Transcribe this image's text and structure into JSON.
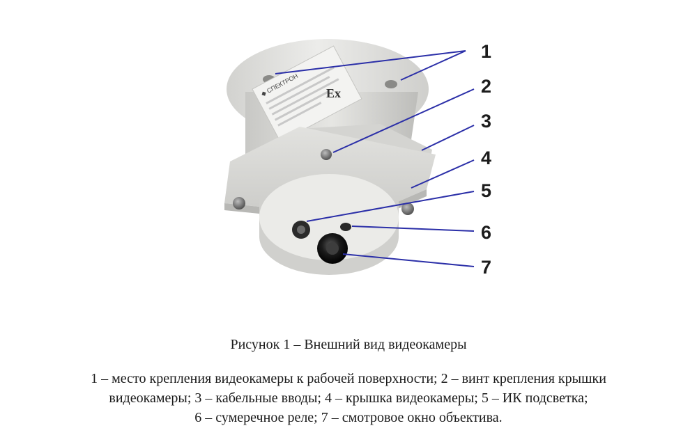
{
  "figure": {
    "callouts": [
      "1",
      "2",
      "3",
      "4",
      "5",
      "6",
      "7"
    ],
    "label_plate": {
      "brand": "◆ СПЕКТРОН",
      "ex_mark": "Ex"
    },
    "colors": {
      "leader_line": "#2b2fa8",
      "housing": "#e4e4e2",
      "housing_shadow": "#c9c9c6",
      "screw": "#6f6f6f",
      "lens": "#1b1b1b"
    }
  },
  "caption": "Рисунок 1 – Внешний вид видеокамеры",
  "legend": {
    "line1": "1 – место крепления видеокамеры к рабочей поверхности; 2 – винт крепления крышки",
    "line2": "видеокамеры; 3 – кабельные вводы; 4 – крышка видеокамеры; 5 – ИК подсветка;",
    "line3": "6 – сумеречное реле; 7 – смотровое окно объектива."
  }
}
